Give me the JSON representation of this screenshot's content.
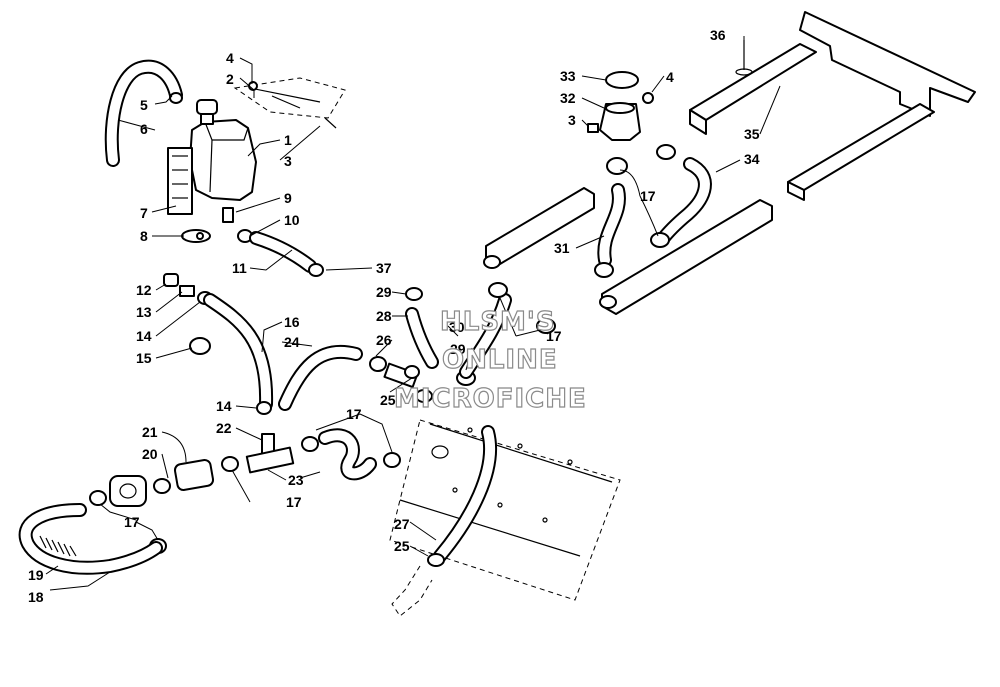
{
  "watermark": {
    "line1": "HLSM'S",
    "line2": "ONLINE",
    "line3": "MICROFICHE",
    "color": "#8a8a8a"
  },
  "callouts": {
    "c1": "1",
    "c2": "2",
    "c3": "3",
    "c4": "4",
    "c5": "5",
    "c6": "6",
    "c7": "7",
    "c8": "8",
    "c9": "9",
    "c10": "10",
    "c11": "11",
    "c37": "37",
    "c12": "12",
    "c13": "13",
    "c14a": "14",
    "c15": "15",
    "c16": "16",
    "c24": "24",
    "c14b": "14",
    "c22": "22",
    "c21": "21",
    "c20": "20",
    "c17a": "17",
    "c17b": "17",
    "c17c": "17",
    "c23": "23",
    "c19": "19",
    "c18": "18",
    "c29a": "29",
    "c28": "28",
    "c26": "26",
    "c30": "30",
    "c29b": "29",
    "c25a": "25",
    "c17d": "17",
    "c27": "27",
    "c25b": "25",
    "c36": "36",
    "c33": "33",
    "c4b": "4",
    "c32": "32",
    "c3b": "3",
    "c35": "35",
    "c34": "34",
    "c17e": "17",
    "c31": "31"
  }
}
